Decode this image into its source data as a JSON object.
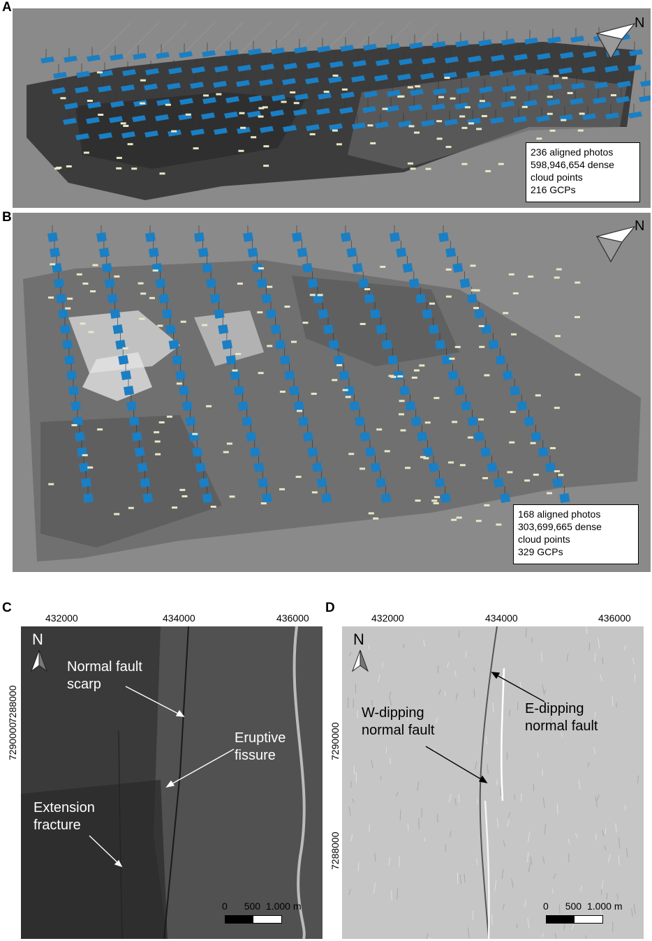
{
  "panels": {
    "A": {
      "letter": "A",
      "stats": {
        "photos": "236 aligned photos",
        "dense_points_line1": "598,946,654  dense",
        "dense_points_line2": "cloud points",
        "gcps": "216 GCPs"
      },
      "north_label": "N"
    },
    "B": {
      "letter": "B",
      "stats": {
        "photos": "168 aligned photos",
        "dense_points_line1": "303,699,665  dense",
        "dense_points_line2": "cloud points",
        "gcps": "329 GCPs"
      },
      "north_label": "N"
    },
    "C": {
      "letter": "C",
      "x_ticks": [
        "432000",
        "434000",
        "436000"
      ],
      "y_ticks": [
        "7290000",
        "7288000"
      ],
      "north_label": "N",
      "annotations": {
        "normal_fault_line1": "Normal fault",
        "normal_fault_line2": "scarp",
        "eruptive_line1": "Eruptive",
        "eruptive_line2": "fissure",
        "extension_line1": "Extension",
        "extension_line2": "fracture"
      },
      "scale": {
        "zero": "0",
        "mid": "500",
        "end": "1.000 m"
      }
    },
    "D": {
      "letter": "D",
      "x_ticks": [
        "432000",
        "434000",
        "436000"
      ],
      "y_ticks": [
        "7290000",
        "7288000"
      ],
      "north_label": "N",
      "annotations": {
        "e_dipping_line1": "E-dipping",
        "e_dipping_line2": "normal fault",
        "w_dipping_line1": "W-dipping",
        "w_dipping_line2": "normal fault"
      },
      "scale": {
        "zero": "0",
        "mid": "500",
        "end": "1.000 m"
      }
    }
  },
  "colors": {
    "camera_blue": "#1a7fc4",
    "panel_gray": "#8a8a8a",
    "hillshade": "#c8c8c8"
  }
}
